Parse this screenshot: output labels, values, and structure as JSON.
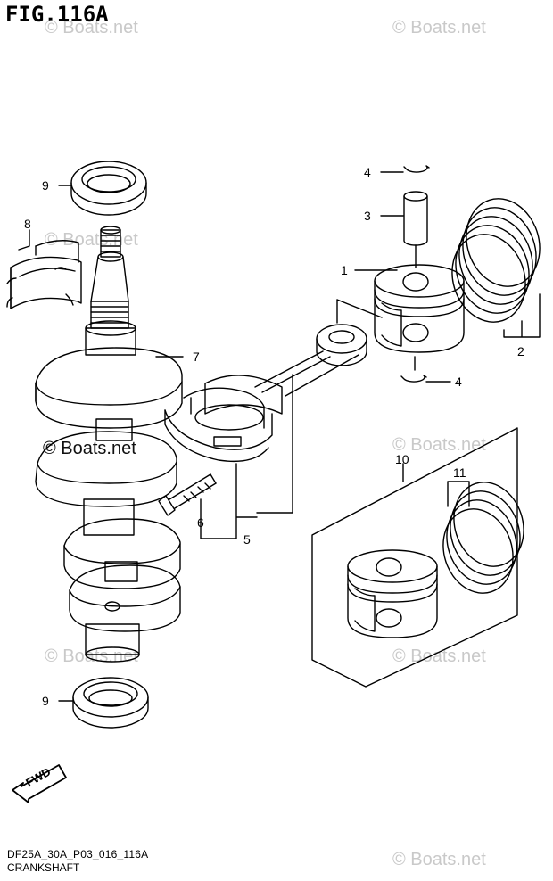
{
  "figure": {
    "title": "FIG.116A"
  },
  "footer": {
    "code": "DF25A_30A_P03_016_116A",
    "name": "CRANKSHAFT"
  },
  "watermark": {
    "text": "© Boats.net"
  },
  "direction": {
    "label": "FWD"
  },
  "callouts": [
    {
      "id": "9-top",
      "label": "9"
    },
    {
      "id": "8",
      "label": "8"
    },
    {
      "id": "7",
      "label": "7"
    },
    {
      "id": "6",
      "label": "6"
    },
    {
      "id": "5",
      "label": "5"
    },
    {
      "id": "4-top",
      "label": "4"
    },
    {
      "id": "3",
      "label": "3"
    },
    {
      "id": "1",
      "label": "1"
    },
    {
      "id": "2",
      "label": "2"
    },
    {
      "id": "4-bottom",
      "label": "4"
    },
    {
      "id": "10",
      "label": "10"
    },
    {
      "id": "11",
      "label": "11"
    },
    {
      "id": "9-bottom",
      "label": "9"
    }
  ]
}
